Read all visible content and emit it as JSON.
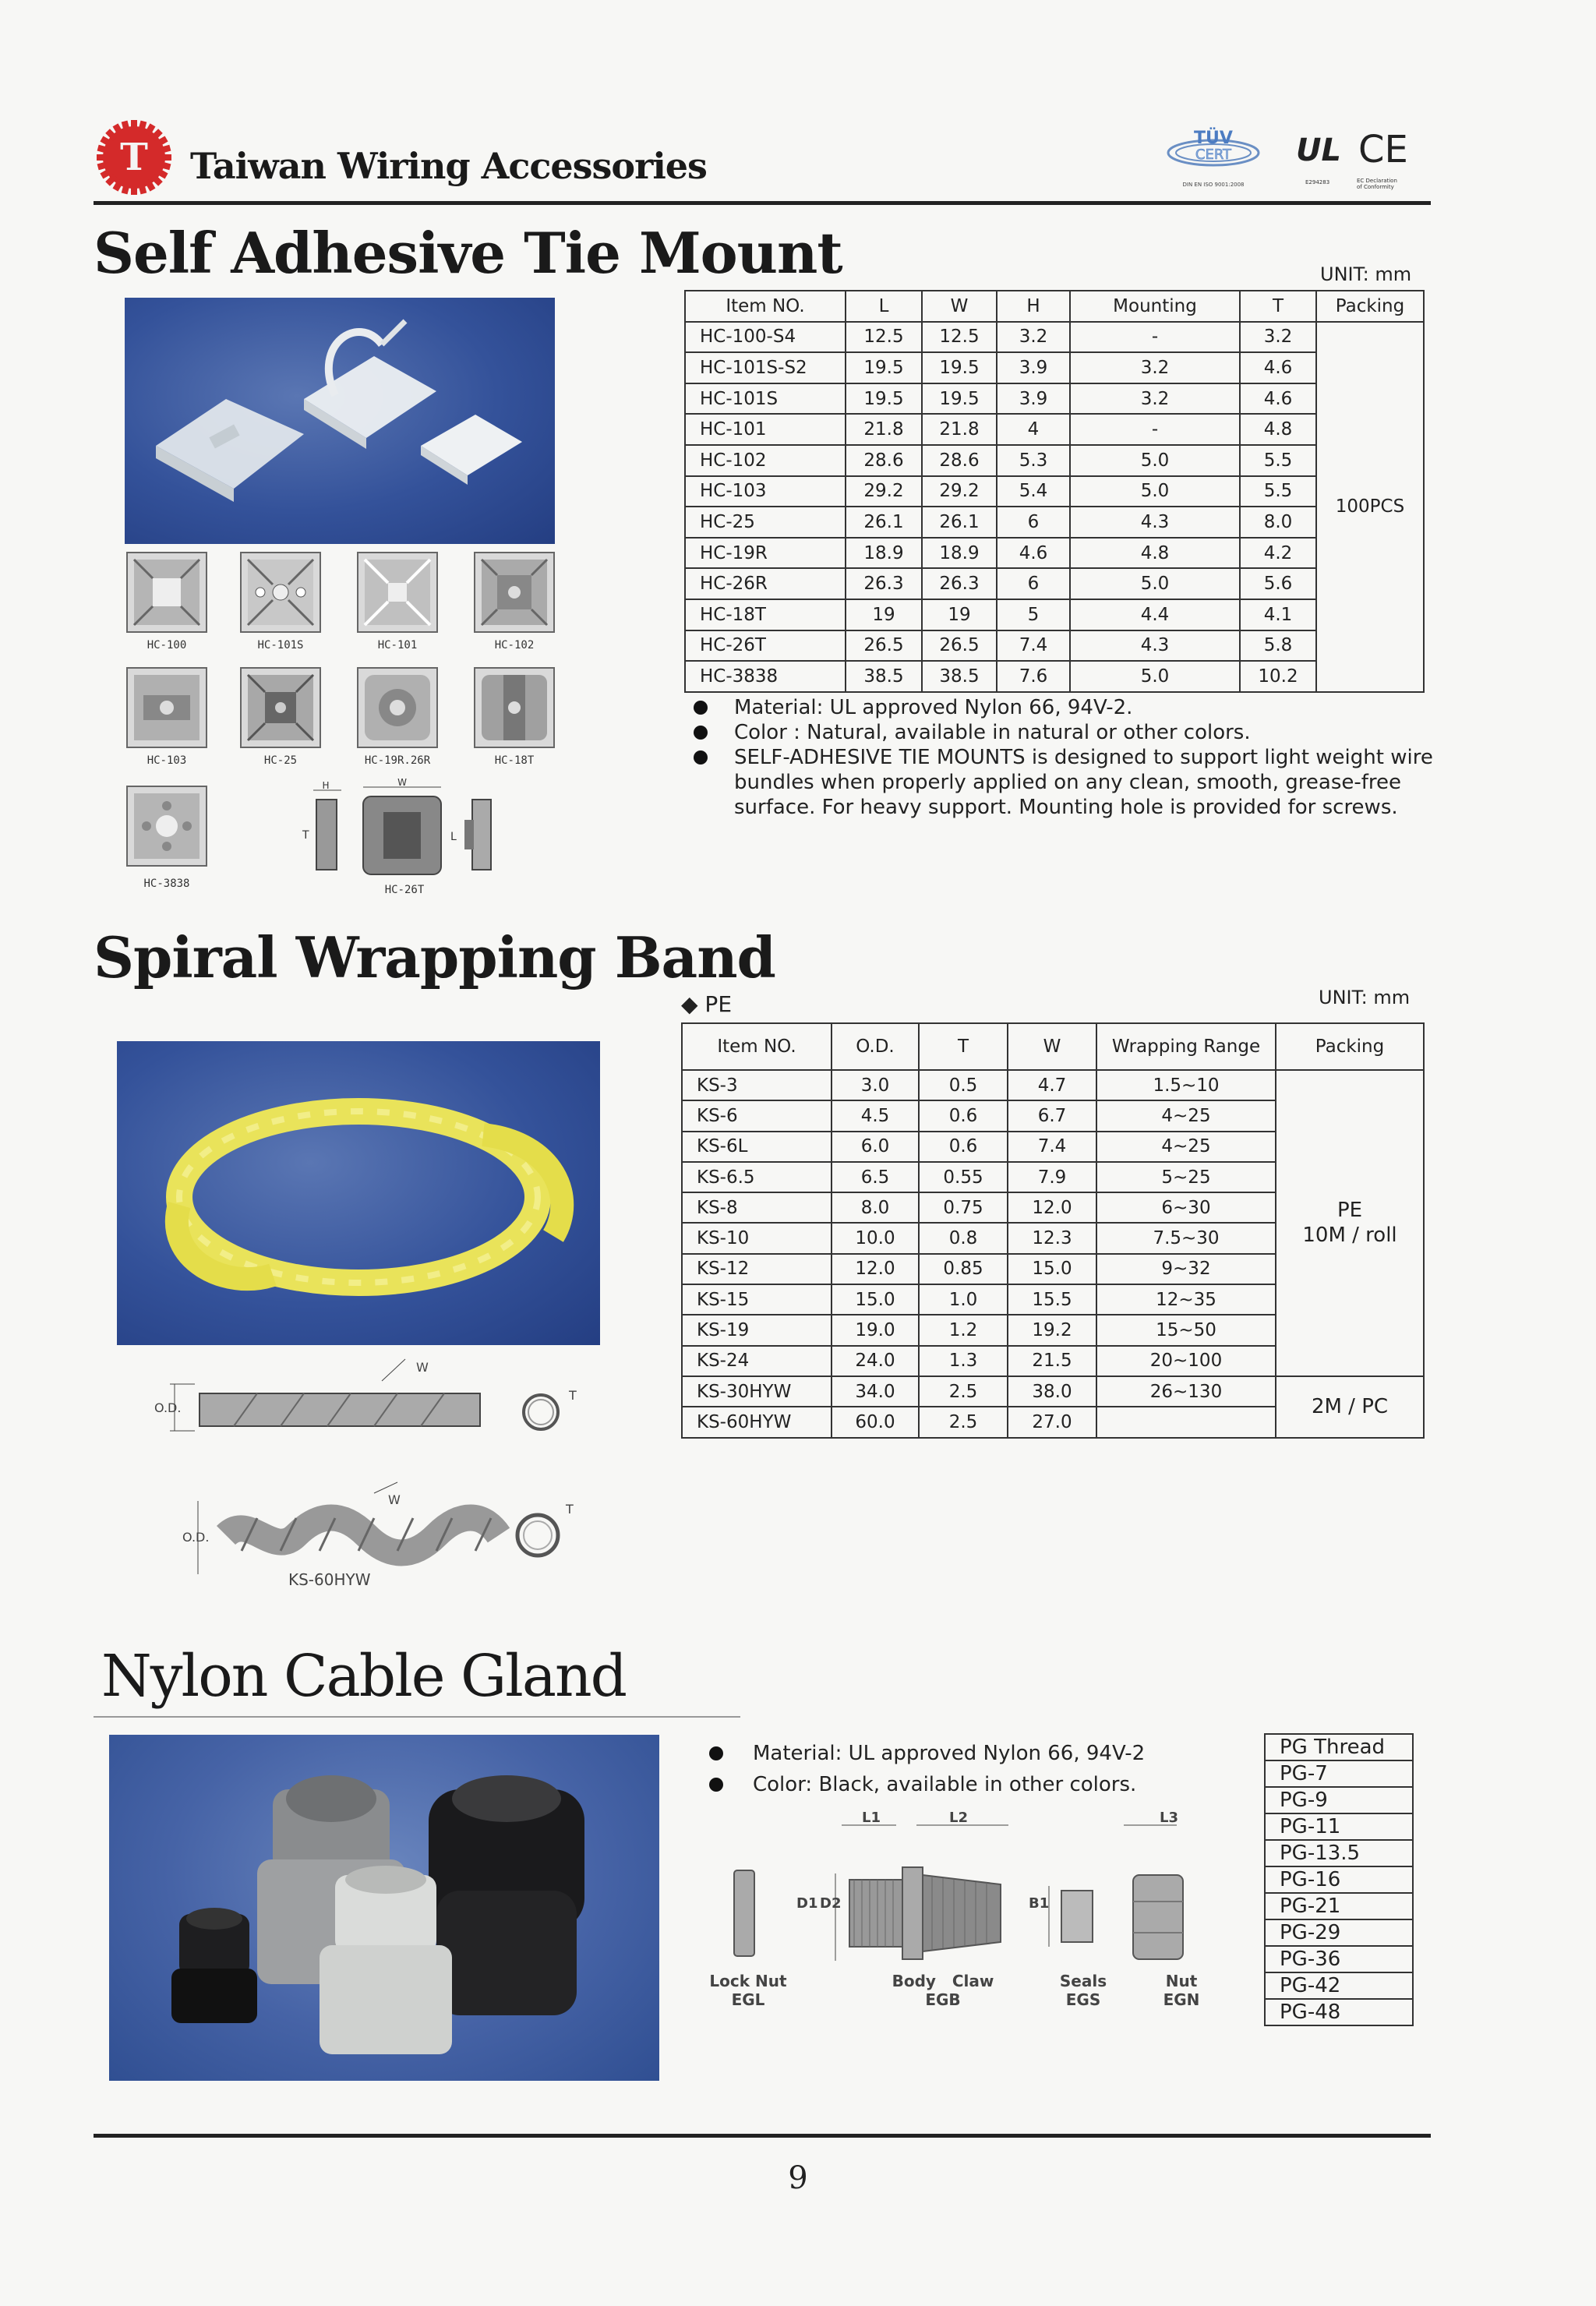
{
  "header": {
    "brand": "Taiwan Wiring Accessories",
    "logo_letter": "T",
    "certifications": {
      "tuv_top": "TÜV",
      "tuv_bottom": "CERT",
      "tuv_note": "DIN EN ISO 9001:2008",
      "ul_mark": "UL",
      "ul_note": "E294283",
      "ce_mark": "CE",
      "ce_note_1": "EC Declaration",
      "ce_note_2": "of Conformity"
    }
  },
  "tie_mount": {
    "title": "Self Adhesive Tie Mount",
    "unit": "UNIT: mm",
    "columns": [
      "Item NO.",
      "L",
      "W",
      "H",
      "Mounting",
      "T",
      "Packing"
    ],
    "rows": [
      [
        "HC-100-S4",
        "12.5",
        "12.5",
        "3.2",
        "-",
        "3.2"
      ],
      [
        "HC-101S-S2",
        "19.5",
        "19.5",
        "3.9",
        "3.2",
        "4.6"
      ],
      [
        "HC-101S",
        "19.5",
        "19.5",
        "3.9",
        "3.2",
        "4.6"
      ],
      [
        "HC-101",
        "21.8",
        "21.8",
        "4",
        "-",
        "4.8"
      ],
      [
        "HC-102",
        "28.6",
        "28.6",
        "5.3",
        "5.0",
        "5.5"
      ],
      [
        "HC-103",
        "29.2",
        "29.2",
        "5.4",
        "5.0",
        "5.5"
      ],
      [
        "HC-25",
        "26.1",
        "26.1",
        "6",
        "4.3",
        "8.0"
      ],
      [
        "HC-19R",
        "18.9",
        "18.9",
        "4.6",
        "4.8",
        "4.2"
      ],
      [
        "HC-26R",
        "26.3",
        "26.3",
        "6",
        "5.0",
        "5.6"
      ],
      [
        "HC-18T",
        "19",
        "19",
        "5",
        "4.4",
        "4.1"
      ],
      [
        "HC-26T",
        "26.5",
        "26.5",
        "7.4",
        "4.3",
        "5.8"
      ],
      [
        "HC-3838",
        "38.5",
        "38.5",
        "7.6",
        "5.0",
        "10.2"
      ]
    ],
    "packing": "100PCS",
    "notes": [
      "Material: UL approved Nylon 66, 94V-2.",
      "Color : Natural, available in natural or other colors.",
      "SELF-ADHESIVE TIE MOUNTS is designed to support light weight wire bundles when properly applied on any clean, smooth, grease-free surface. For heavy support. Mounting hole is provided for screws."
    ],
    "thumb_captions": [
      "HC-100",
      "HC-101S",
      "HC-101",
      "HC-102",
      "HC-103",
      "HC-25",
      "HC-19R.26R",
      "HC-18T",
      "HC-3838",
      "HC-26T"
    ],
    "dim_labels": {
      "h": "H",
      "t": "T",
      "w": "W",
      "l": "L"
    }
  },
  "spiral_band": {
    "title": "Spiral Wrapping Band",
    "unit": "UNIT: mm",
    "material_label": "◆ PE",
    "columns": [
      "Item NO.",
      "O.D.",
      "T",
      "W",
      "Wrapping Range",
      "Packing"
    ],
    "rows": [
      [
        "KS-3",
        "3.0",
        "0.5",
        "4.7",
        "1.5~10"
      ],
      [
        "KS-6",
        "4.5",
        "0.6",
        "6.7",
        "4~25"
      ],
      [
        "KS-6L",
        "6.0",
        "0.6",
        "7.4",
        "4~25"
      ],
      [
        "KS-6.5",
        "6.5",
        "0.55",
        "7.9",
        "5~25"
      ],
      [
        "KS-8",
        "8.0",
        "0.75",
        "12.0",
        "6~30"
      ],
      [
        "KS-10",
        "10.0",
        "0.8",
        "12.3",
        "7.5~30"
      ],
      [
        "KS-12",
        "12.0",
        "0.85",
        "15.0",
        "9~32"
      ],
      [
        "KS-15",
        "15.0",
        "1.0",
        "15.5",
        "12~35"
      ],
      [
        "KS-19",
        "19.0",
        "1.2",
        "19.2",
        "15~50"
      ],
      [
        "KS-24",
        "24.0",
        "1.3",
        "21.5",
        "20~100"
      ],
      [
        "KS-30HYW",
        "34.0",
        "2.5",
        "38.0",
        "26~130"
      ],
      [
        "KS-60HYW",
        "60.0",
        "2.5",
        "27.0",
        ""
      ]
    ],
    "packing_1_line1": "PE",
    "packing_1_line2": "10M / roll",
    "packing_2": "2M / PC",
    "diagram_labels": {
      "od": "O.D.",
      "w": "W",
      "t": "T",
      "model": "KS-60HYW"
    }
  },
  "cable_gland": {
    "title": "Nylon Cable Gland",
    "notes": [
      "Material: UL approved Nylon 66, 94V-2",
      "Color: Black, available in other colors."
    ],
    "thread_header": "PG Thread",
    "threads": [
      "PG-7",
      "PG-9",
      "PG-11",
      "PG-13.5",
      "PG-16",
      "PG-21",
      "PG-29",
      "PG-36",
      "PG-42",
      "PG-48"
    ],
    "dim_labels": {
      "l1": "L1",
      "l2": "L2",
      "l3": "L3",
      "d1": "D1",
      "d2": "D2",
      "b1": "B1"
    },
    "parts": [
      {
        "name": "Lock Nut",
        "code": "EGL"
      },
      {
        "name": "Body   Claw",
        "code": "EGB"
      },
      {
        "name": "Seals",
        "code": "EGS"
      },
      {
        "name": "Nut",
        "code": "EGN"
      }
    ]
  },
  "footer": {
    "page_number": "9"
  }
}
